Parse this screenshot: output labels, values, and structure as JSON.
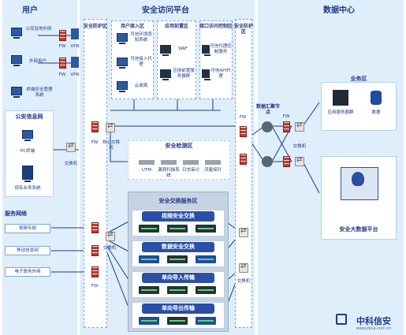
{
  "sections": {
    "user": "用户",
    "platform": "安全访问平台",
    "datacenter": "数据中心"
  },
  "user": {
    "terminals": [
      "公安驻地外网",
      "外部用户",
      "终端安全管理系统"
    ],
    "fw": "FW",
    "vpn": "VPN",
    "police_net": "公安信息网",
    "pc": "PC终端",
    "existing": "现有业务系统",
    "switch": "交换机",
    "service_net": "服务网络",
    "nets": [
      "视频专网",
      "移动信息网",
      "电子政务外网"
    ]
  },
  "platform": {
    "defense_left": "安全防护区",
    "defense_right": "安全防护区",
    "access_zone": "用户接入区",
    "access_items": [
      "可信环境感知系统",
      "可信接入代理",
      "云桌面"
    ],
    "app_zone": "应用前置区",
    "app_items": [
      "WAF",
      "应用前置服务器群"
    ],
    "api_zone": "接口访问控制区",
    "api_items": [
      "可信代理控制服务",
      "可信API代理"
    ],
    "fw": "FW",
    "core_switch": "核心交换机",
    "switch": "交换机",
    "detect_zone": "安全检测区",
    "detect_items": [
      "UTM",
      "漏洞扫描系统",
      "日志审计",
      "流量探针"
    ],
    "exchange_zone": "安全交换服务区",
    "exchange_items": [
      "视频安全交换",
      "数据安全交换",
      "单向导入传输",
      "单向导出传输"
    ]
  },
  "datacenter": {
    "aggregation": "数据汇聚节点",
    "fw": "FW",
    "switch": "交换机",
    "business_zone": "业务区",
    "app_servers": "应用服务器群",
    "database": "数据",
    "bigdata": "安全大数据平台"
  },
  "brand": {
    "name": "中科信安",
    "url": "www.zkxa.com.cn"
  }
}
